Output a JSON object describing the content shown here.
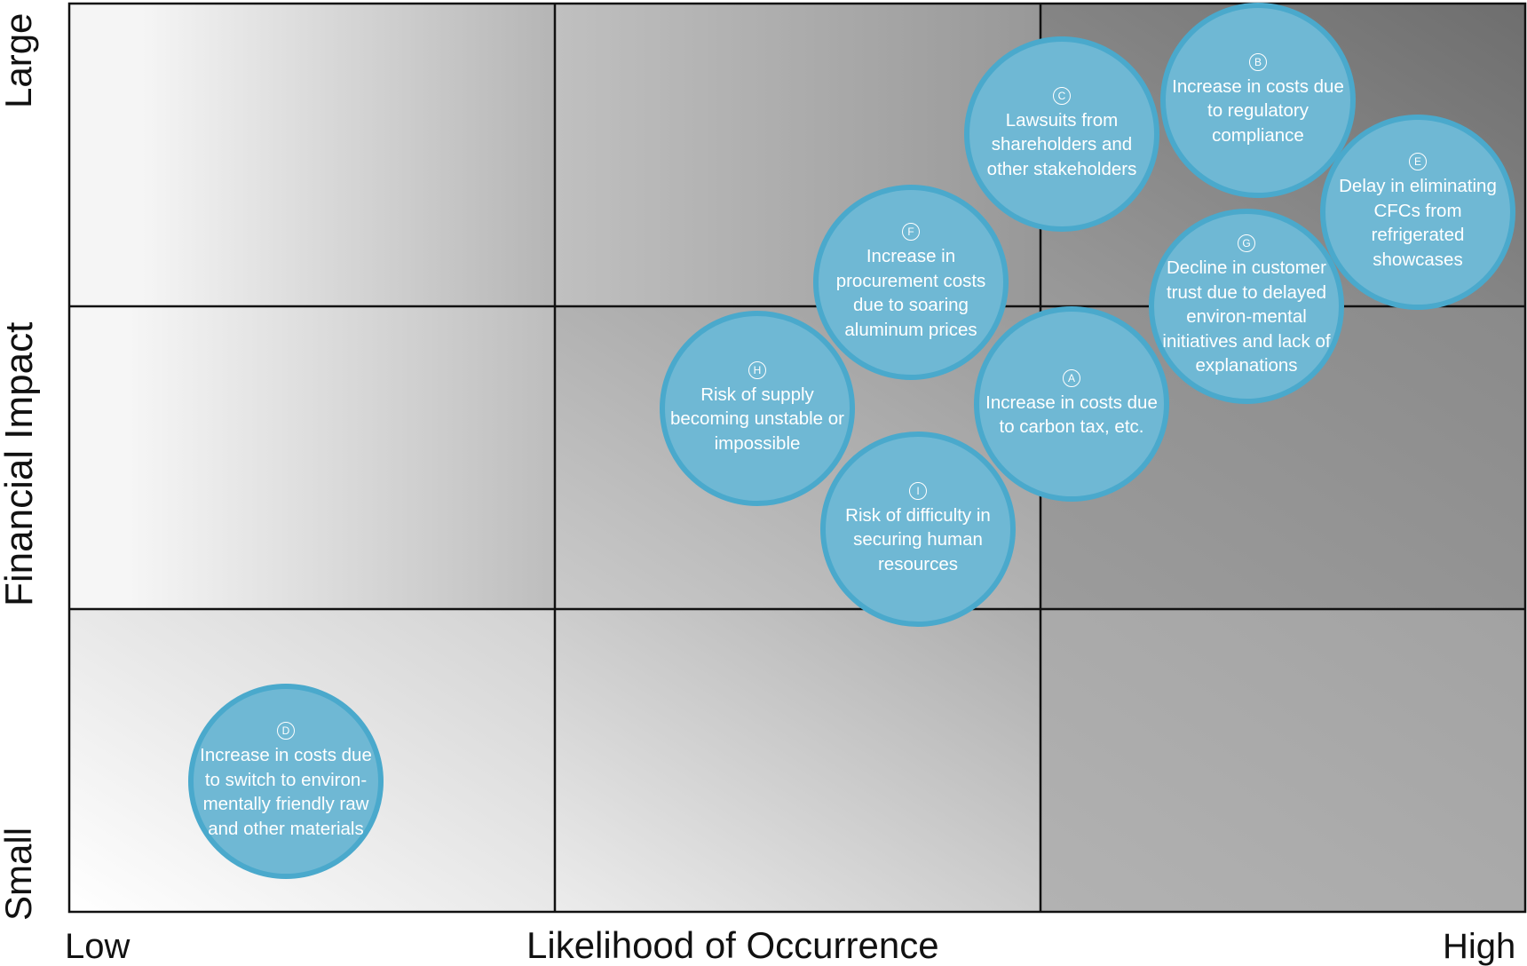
{
  "axes": {
    "x_title": "Likelihood of Occurrence",
    "x_low": "Low",
    "x_high": "High",
    "y_title": "Financial Impact",
    "y_small": "Small",
    "y_large": "Large"
  },
  "colors": {
    "bubble_fill": "#6fb8d4",
    "bubble_border": "#4aa9cc",
    "grid_line": "#111111",
    "gradient_light": "#f7f7f7",
    "gradient_dark": "#6e6e6e"
  },
  "risks": [
    {
      "letter": "A",
      "text": "Increase in costs due to carbon tax, etc."
    },
    {
      "letter": "B",
      "text": "Increase in costs due to regulatory compliance"
    },
    {
      "letter": "C",
      "text": "Lawsuits from shareholders and other stakeholders"
    },
    {
      "letter": "D",
      "text": "Increase in costs due to switch to environ-mentally friendly raw and other materials"
    },
    {
      "letter": "E",
      "text": "Delay in eliminating CFCs from refrigerated showcases"
    },
    {
      "letter": "F",
      "text": "Increase in procurement costs due to soaring aluminum prices"
    },
    {
      "letter": "G",
      "text": "Decline in customer trust due to delayed environ-mental initiatives and lack of explanations"
    },
    {
      "letter": "H",
      "text": "Risk of supply becoming unstable or impossible"
    },
    {
      "letter": "I",
      "text": "Risk of difficulty in securing human resources"
    }
  ]
}
